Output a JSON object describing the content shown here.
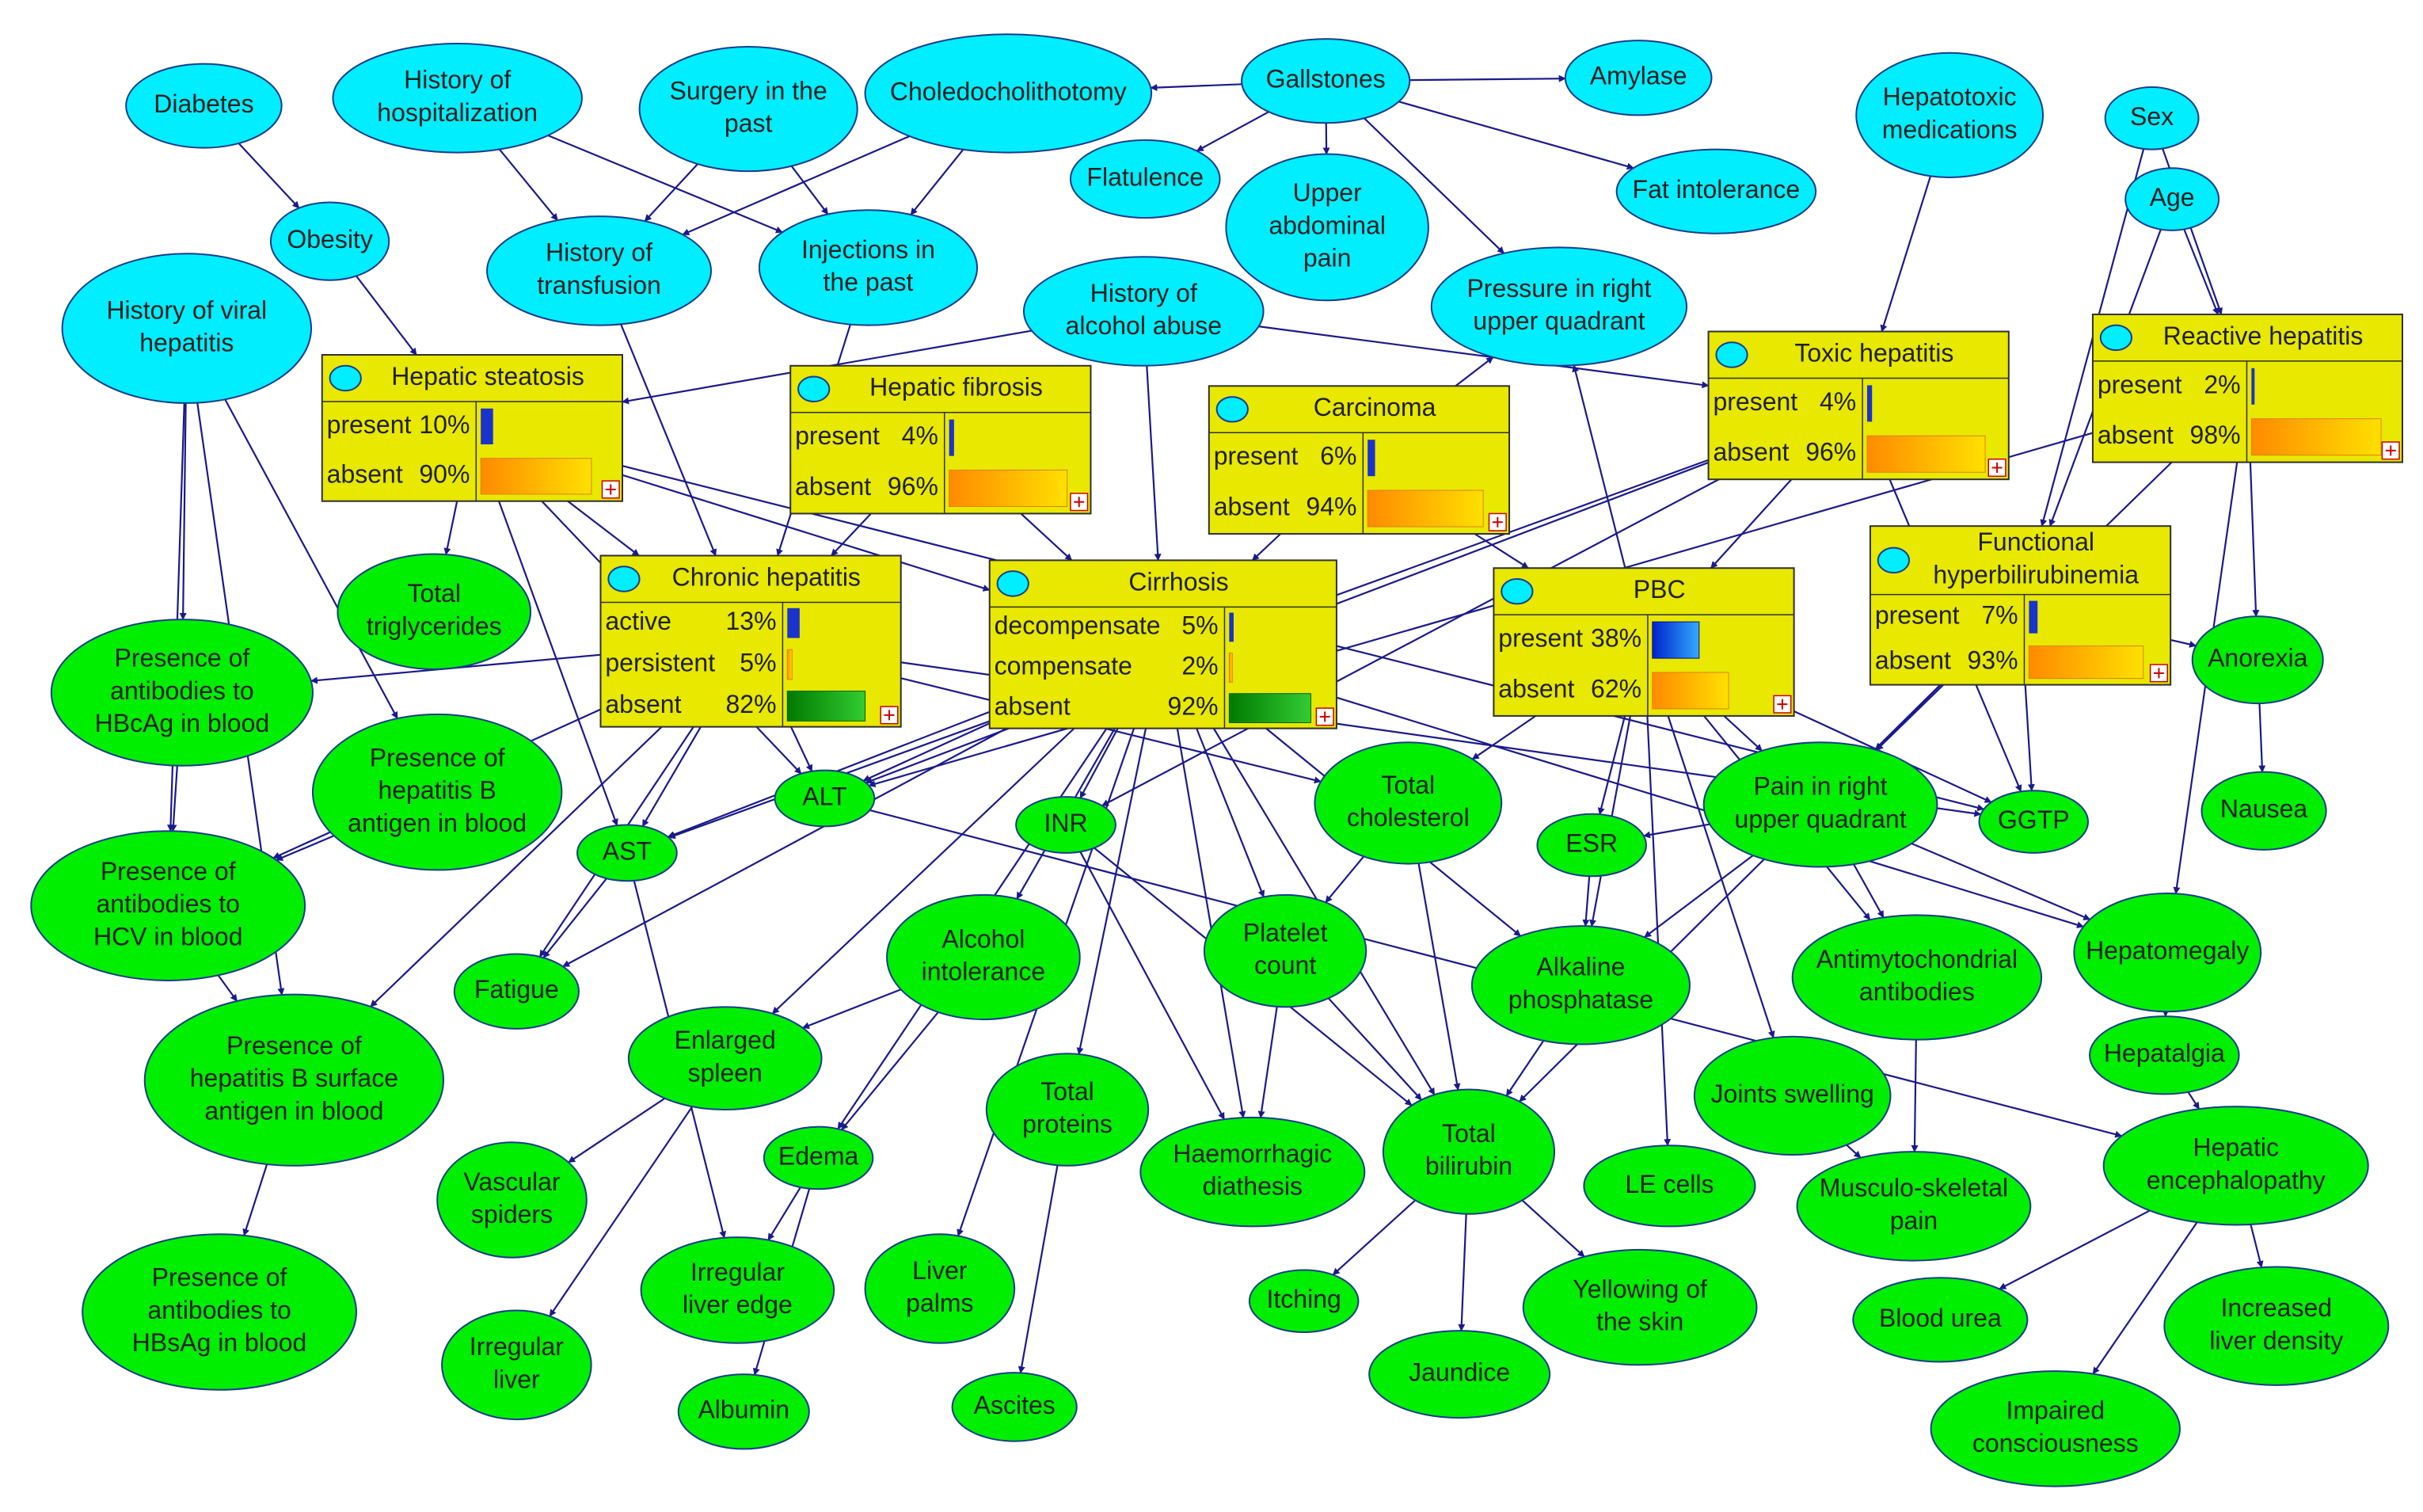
{
  "ellipses": [
    {
      "id": "diabetes",
      "lines": [
        "Diabetes"
      ],
      "color": "cyan"
    },
    {
      "id": "hist_hosp",
      "lines": [
        "History of",
        "hospitalization"
      ],
      "color": "cyan"
    },
    {
      "id": "surgery",
      "lines": [
        "Surgery in the",
        "past"
      ],
      "color": "cyan"
    },
    {
      "id": "choledo",
      "lines": [
        "Choledocholithotomy"
      ],
      "color": "cyan"
    },
    {
      "id": "gallstones",
      "lines": [
        "Gallstones"
      ],
      "color": "cyan"
    },
    {
      "id": "amylase",
      "lines": [
        "Amylase"
      ],
      "color": "cyan"
    },
    {
      "id": "hepatotoxic",
      "lines": [
        "Hepatotoxic",
        "medications"
      ],
      "color": "cyan"
    },
    {
      "id": "sex",
      "lines": [
        "Sex"
      ],
      "color": "cyan"
    },
    {
      "id": "age",
      "lines": [
        "Age"
      ],
      "color": "cyan"
    },
    {
      "id": "flatulence",
      "lines": [
        "Flatulence"
      ],
      "color": "cyan"
    },
    {
      "id": "upper_abd",
      "lines": [
        "Upper",
        "abdominal",
        "pain"
      ],
      "color": "cyan"
    },
    {
      "id": "fat_intol",
      "lines": [
        "Fat intolerance"
      ],
      "color": "cyan"
    },
    {
      "id": "obesity",
      "lines": [
        "Obesity"
      ],
      "color": "cyan"
    },
    {
      "id": "hist_transf",
      "lines": [
        "History of",
        "transfusion"
      ],
      "color": "cyan"
    },
    {
      "id": "injections",
      "lines": [
        "Injections in",
        "the past"
      ],
      "color": "cyan"
    },
    {
      "id": "hist_viral",
      "lines": [
        "History of viral",
        "hepatitis"
      ],
      "color": "cyan"
    },
    {
      "id": "hist_alcohol",
      "lines": [
        "History of",
        "alcohol abuse"
      ],
      "color": "cyan"
    },
    {
      "id": "pressure_ruq",
      "lines": [
        "Pressure in right",
        "upper quadrant"
      ],
      "color": "cyan"
    },
    {
      "id": "total_trig",
      "lines": [
        "Total",
        "triglycerides"
      ],
      "color": "green"
    },
    {
      "id": "anti_hbc",
      "lines": [
        "Presence of",
        "antibodies to",
        "HBcAg in blood"
      ],
      "color": "green"
    },
    {
      "id": "hbv_antigen",
      "lines": [
        "Presence of",
        "hepatitis B",
        "antigen in blood"
      ],
      "color": "green"
    },
    {
      "id": "anti_hcv",
      "lines": [
        "Presence of",
        "antibodies to",
        "HCV in blood"
      ],
      "color": "green"
    },
    {
      "id": "hbs_antigen",
      "lines": [
        "Presence of",
        "hepatitis B surface",
        "antigen in blood"
      ],
      "color": "green"
    },
    {
      "id": "anti_hbs",
      "lines": [
        "Presence of",
        "antibodies to",
        "HBsAg in blood"
      ],
      "color": "green"
    },
    {
      "id": "alt",
      "lines": [
        "ALT"
      ],
      "color": "green"
    },
    {
      "id": "ast",
      "lines": [
        "AST"
      ],
      "color": "green"
    },
    {
      "id": "inr",
      "lines": [
        "INR"
      ],
      "color": "green"
    },
    {
      "id": "total_chol",
      "lines": [
        "Total",
        "cholesterol"
      ],
      "color": "green"
    },
    {
      "id": "esr",
      "lines": [
        "ESR"
      ],
      "color": "green"
    },
    {
      "id": "pain_ruq",
      "lines": [
        "Pain in right",
        "upper quadrant"
      ],
      "color": "green"
    },
    {
      "id": "ggtp",
      "lines": [
        "GGTP"
      ],
      "color": "green"
    },
    {
      "id": "anorexia",
      "lines": [
        "Anorexia"
      ],
      "color": "green"
    },
    {
      "id": "nausea",
      "lines": [
        "Nausea"
      ],
      "color": "green"
    },
    {
      "id": "fatigue",
      "lines": [
        "Fatigue"
      ],
      "color": "green"
    },
    {
      "id": "alcohol_intol",
      "lines": [
        "Alcohol",
        "intolerance"
      ],
      "color": "green"
    },
    {
      "id": "platelet",
      "lines": [
        "Platelet",
        "count"
      ],
      "color": "green"
    },
    {
      "id": "alk_phos",
      "lines": [
        "Alkaline",
        "phosphatase"
      ],
      "color": "green"
    },
    {
      "id": "antimyto",
      "lines": [
        "Antimytochondrial",
        "antibodies"
      ],
      "color": "green"
    },
    {
      "id": "hepatomegaly",
      "lines": [
        "Hepatomegaly"
      ],
      "color": "green"
    },
    {
      "id": "enlarged_spleen",
      "lines": [
        "Enlarged",
        "spleen"
      ],
      "color": "green"
    },
    {
      "id": "total_prot",
      "lines": [
        "Total",
        "proteins"
      ],
      "color": "green"
    },
    {
      "id": "joints",
      "lines": [
        "Joints swelling"
      ],
      "color": "green"
    },
    {
      "id": "hepatalgia",
      "lines": [
        "Hepatalgia"
      ],
      "color": "green"
    },
    {
      "id": "vascular",
      "lines": [
        "Vascular",
        "spiders"
      ],
      "color": "green"
    },
    {
      "id": "edema",
      "lines": [
        "Edema"
      ],
      "color": "green"
    },
    {
      "id": "haemorr",
      "lines": [
        "Haemorrhagic",
        "diathesis"
      ],
      "color": "green"
    },
    {
      "id": "total_bili",
      "lines": [
        "Total",
        "bilirubin"
      ],
      "color": "green"
    },
    {
      "id": "le_cells",
      "lines": [
        "LE cells"
      ],
      "color": "green"
    },
    {
      "id": "musculo",
      "lines": [
        "Musculo-skeletal",
        "pain"
      ],
      "color": "green"
    },
    {
      "id": "hep_enceph",
      "lines": [
        "Hepatic",
        "encephalopathy"
      ],
      "color": "green"
    },
    {
      "id": "irr_edge",
      "lines": [
        "Irregular",
        "liver edge"
      ],
      "color": "green"
    },
    {
      "id": "liver_palms",
      "lines": [
        "Liver",
        "palms"
      ],
      "color": "green"
    },
    {
      "id": "itching",
      "lines": [
        "Itching"
      ],
      "color": "green"
    },
    {
      "id": "yellowing",
      "lines": [
        "Yellowing of",
        "the skin"
      ],
      "color": "green"
    },
    {
      "id": "blood_urea",
      "lines": [
        "Blood urea"
      ],
      "color": "green"
    },
    {
      "id": "incr_density",
      "lines": [
        "Increased",
        "liver density"
      ],
      "color": "green"
    },
    {
      "id": "irr_liver",
      "lines": [
        "Irregular",
        "liver"
      ],
      "color": "green"
    },
    {
      "id": "albumin",
      "lines": [
        "Albumin"
      ],
      "color": "green"
    },
    {
      "id": "ascites",
      "lines": [
        "Ascites"
      ],
      "color": "green"
    },
    {
      "id": "jaundice",
      "lines": [
        "Jaundice"
      ],
      "color": "green"
    },
    {
      "id": "impaired",
      "lines": [
        "Impaired",
        "consciousness"
      ],
      "color": "green"
    }
  ],
  "boxes": [
    {
      "id": "hep_steatosis",
      "title": [
        "Hepatic steatosis"
      ],
      "states": [
        {
          "label": "present",
          "pct": "10%",
          "value": 10
        },
        {
          "label": "absent",
          "pct": "90%",
          "value": 90
        }
      ],
      "barStyle": "orange"
    },
    {
      "id": "hep_fibrosis",
      "title": [
        "Hepatic fibrosis"
      ],
      "states": [
        {
          "label": "present",
          "pct": "4%",
          "value": 4
        },
        {
          "label": "absent",
          "pct": "96%",
          "value": 96
        }
      ],
      "barStyle": "orange"
    },
    {
      "id": "carcinoma",
      "title": [
        "Carcinoma"
      ],
      "states": [
        {
          "label": "present",
          "pct": "6%",
          "value": 6
        },
        {
          "label": "absent",
          "pct": "94%",
          "value": 94
        }
      ],
      "barStyle": "orange"
    },
    {
      "id": "toxic_hep",
      "title": [
        "Toxic hepatitis"
      ],
      "states": [
        {
          "label": "present",
          "pct": "4%",
          "value": 4
        },
        {
          "label": "absent",
          "pct": "96%",
          "value": 96
        }
      ],
      "barStyle": "orange"
    },
    {
      "id": "reactive_hep",
      "title": [
        "Reactive hepatitis"
      ],
      "states": [
        {
          "label": "present",
          "pct": "2%",
          "value": 2
        },
        {
          "label": "absent",
          "pct": "98%",
          "value": 98
        }
      ],
      "barStyle": "orange"
    },
    {
      "id": "chronic_hep",
      "title": [
        "Chronic hepatitis"
      ],
      "states": [
        {
          "label": "active",
          "pct": "13%",
          "value": 13
        },
        {
          "label": "persistent",
          "pct": "5%",
          "value": 5
        },
        {
          "label": "absent",
          "pct": "82%",
          "value": 82
        }
      ],
      "barStyle": "green"
    },
    {
      "id": "cirrhosis",
      "title": [
        "Cirrhosis"
      ],
      "states": [
        {
          "label": "decompensate",
          "pct": "5%",
          "value": 5
        },
        {
          "label": "compensate",
          "pct": "2%",
          "value": 2
        },
        {
          "label": "absent",
          "pct": "92%",
          "value": 92
        }
      ],
      "barStyle": "green"
    },
    {
      "id": "pbc",
      "title": [
        "PBC"
      ],
      "states": [
        {
          "label": "present",
          "pct": "38%",
          "value": 38
        },
        {
          "label": "absent",
          "pct": "62%",
          "value": 62
        }
      ],
      "barStyle": "orange"
    },
    {
      "id": "func_hyper",
      "title": [
        "Functional",
        "hyperbilirubinemia"
      ],
      "states": [
        {
          "label": "present",
          "pct": "7%",
          "value": 7
        },
        {
          "label": "absent",
          "pct": "93%",
          "value": 93
        }
      ],
      "barStyle": "orange"
    }
  ]
}
